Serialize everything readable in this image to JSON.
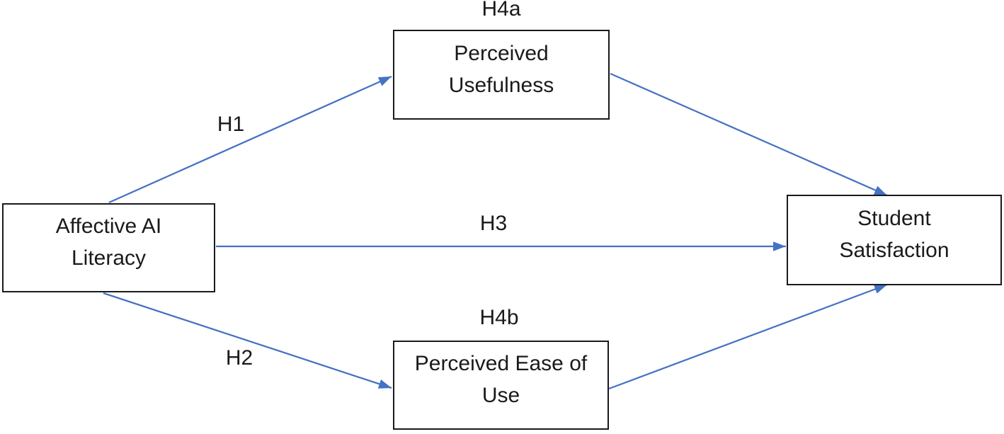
{
  "diagram": {
    "arrow_color": "#4472C4",
    "box_border_color": "#1a1a1a",
    "text_color": "#1a1a1a",
    "background_color": "#ffffff",
    "nodes": {
      "affective_ai_literacy": {
        "label": "Affective AI\nLiteracy"
      },
      "perceived_usefulness": {
        "label": "Perceived\nUsefulness"
      },
      "perceived_ease_of_use": {
        "label": "Perceived Ease of\nUse"
      },
      "student_satisfaction": {
        "label": "Student\nSatisfaction"
      }
    },
    "edges": [
      {
        "label": "H1",
        "from": "Affective AI Literacy",
        "to": "Perceived Usefulness"
      },
      {
        "label": "H2",
        "from": "Affective AI Literacy",
        "to": "Perceived Ease of Use"
      },
      {
        "label": "H3",
        "from": "Affective AI Literacy",
        "to": "Student Satisfaction"
      },
      {
        "label": "H4a",
        "from": "Perceived Usefulness",
        "to": "Student Satisfaction"
      },
      {
        "label": "H4b",
        "from": "Perceived Ease of Use",
        "to": "Student Satisfaction"
      }
    ]
  }
}
